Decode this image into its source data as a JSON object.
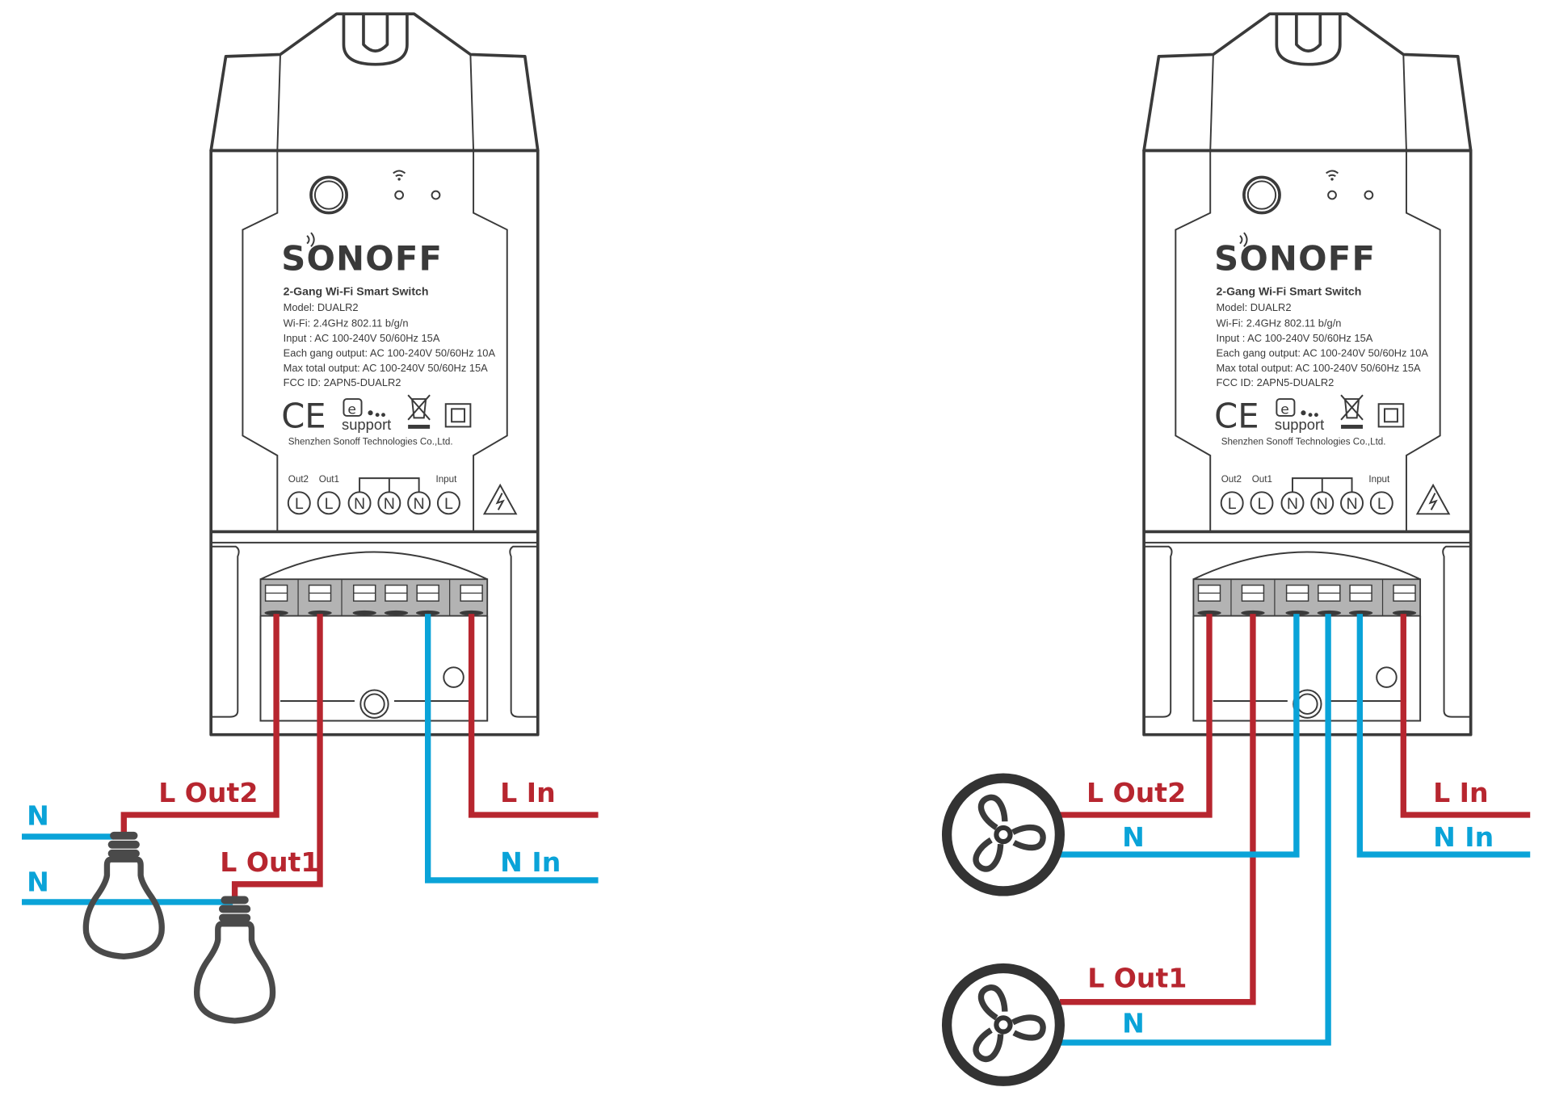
{
  "colors": {
    "live": "#b7262f",
    "neutral": "#0aa3d8",
    "outline": "#3a3a3a"
  },
  "device": {
    "brand": "SONOFF",
    "product": "2-Gang Wi-Fi Smart Switch",
    "model": "Model: DUALR2",
    "wifi": "Wi-Fi: 2.4GHz 802.11 b/g/n",
    "input": "Input : AC 100-240V  50/60Hz  15A",
    "each_output": "Each gang output: AC 100-240V 50/60Hz 10A",
    "max_output": "Max total output: AC 100-240V 50/60Hz 15A",
    "fcc": "FCC  ID: 2APN5-DUALR2",
    "ce": "CE",
    "esupport": "support",
    "manufacturer": "Shenzhen Sonoff Technologies Co.,Ltd.",
    "terminal_groups": {
      "out2": "Out2",
      "out1": "Out1",
      "input": "Input"
    },
    "terminals": [
      "L",
      "L",
      "N",
      "N",
      "N",
      "L"
    ],
    "icons": [
      "button-icon",
      "wifi-icon",
      "led-icon",
      "ce-mark-icon",
      "esupport-icon",
      "weee-bin-icon",
      "double-insulation-icon",
      "high-voltage-warning-icon"
    ]
  },
  "diagram_lights": {
    "l_out2": "L Out2",
    "l_out1": "L Out1",
    "n_top": "N",
    "n_bottom": "N",
    "l_in": "L In",
    "n_in": "N In",
    "load_icon": "light-bulb-icon"
  },
  "diagram_fans": {
    "l_out2": "L Out2",
    "n_out2": "N",
    "l_out1": "L Out1",
    "n_out1": "N",
    "l_in": "L In",
    "n_in": "N In",
    "load_icon": "fan-icon"
  }
}
